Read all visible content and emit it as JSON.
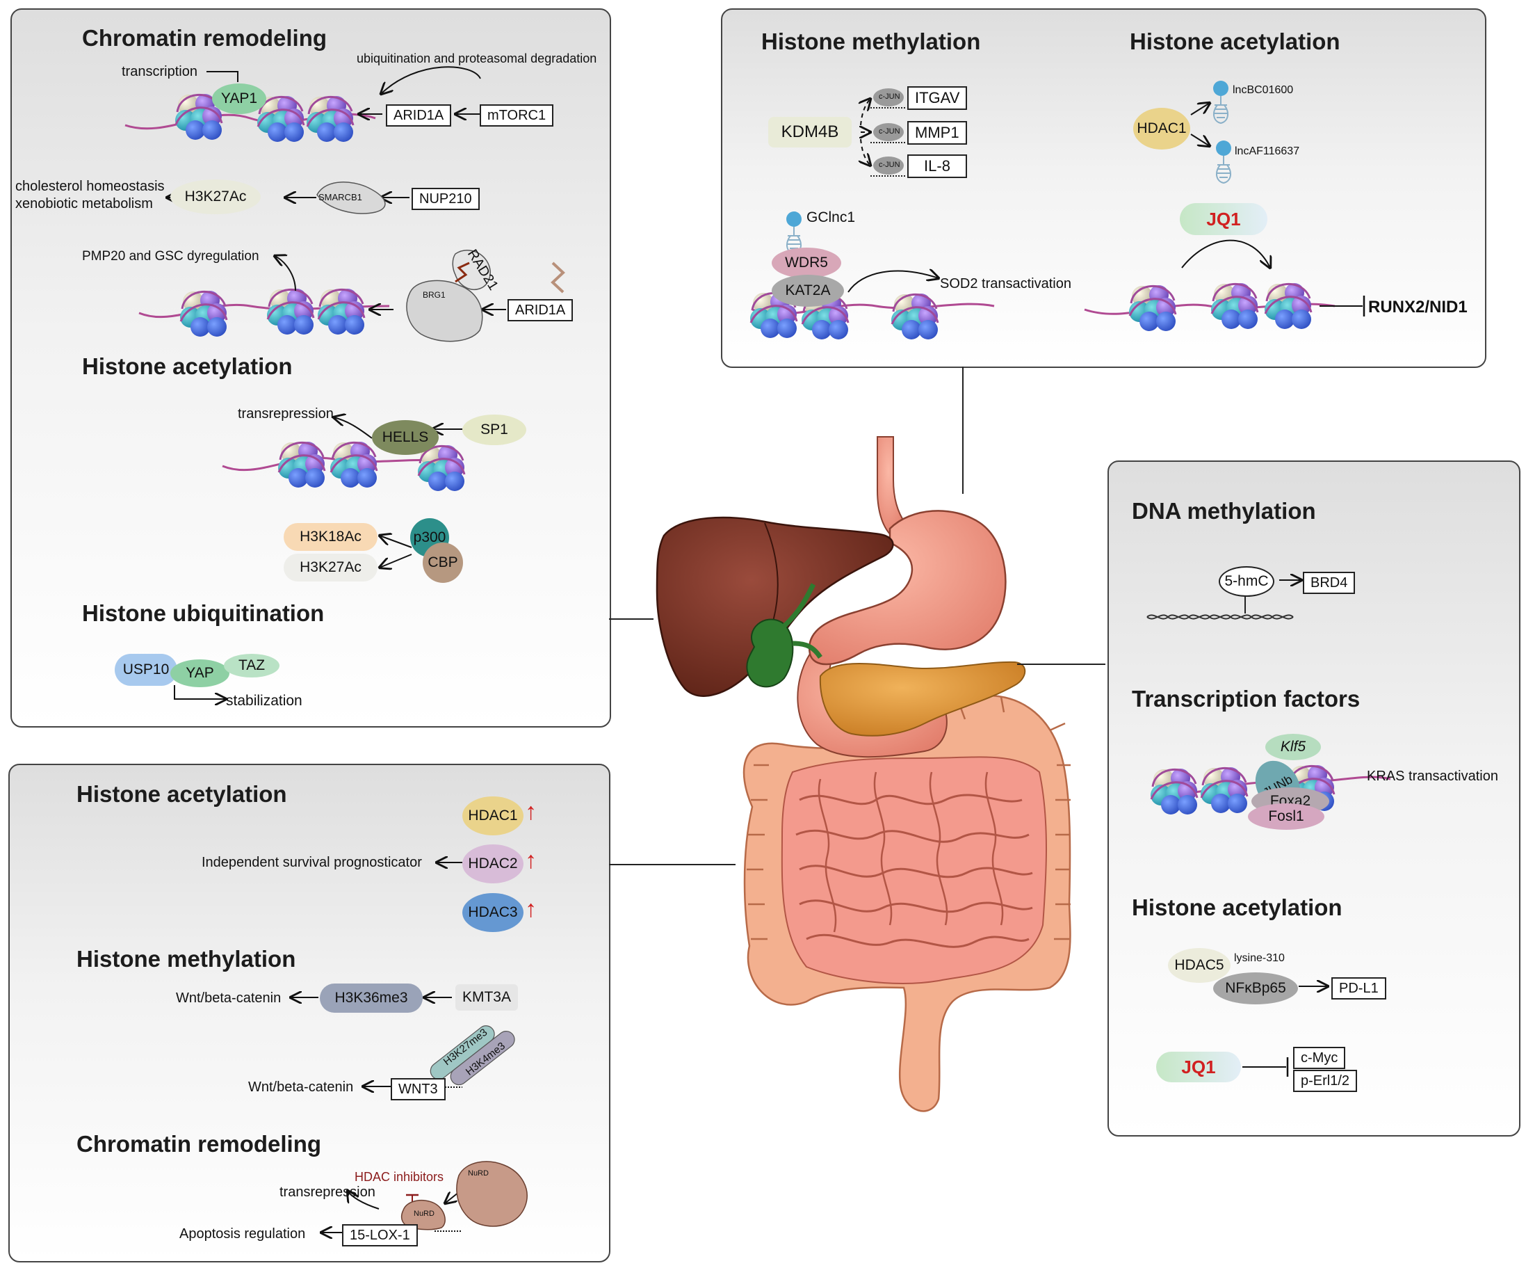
{
  "liver_panel": {
    "chromatin_title": "Chromatin remodeling",
    "transcription": "transcription",
    "ubiquitination": "ubiquitination and proteasomal degradation",
    "yap1": "YAP1",
    "arid1a": "ARID1A",
    "mtorc1": "mTORC1",
    "cholesterol": "cholesterol homeostasis",
    "xenobiotic": "xenobiotic metabolism",
    "h3k27ac": "H3K27Ac",
    "smarcb1": "SMARCB1",
    "nup210": "NUP210",
    "pmp20": "PMP20 and GSC dyregulation",
    "rad21": "RAD21",
    "brg1": "BRG1",
    "arid1a_2": "ARID1A",
    "acetylation_title": "Histone acetylation",
    "transrepression": "transrepression",
    "hells": "HELLS",
    "sp1": "SP1",
    "h3k18ac": "H3K18Ac",
    "h3k27ac_2": "H3K27Ac",
    "p300": "p300",
    "cbp": "CBP",
    "ubiq_title": "Histone ubiquitination",
    "usp10": "USP10",
    "yap": "YAP",
    "taz": "TAZ",
    "stabilization": "stabilization"
  },
  "colon_panel": {
    "acetylation_title": "Histone acetylation",
    "hdac1": "HDAC1",
    "hdac2": "HDAC2",
    "hdac3": "HDAC3",
    "up_arrow": "↑",
    "survival": "Independent survival prognosticator",
    "methylation_title": "Histone methylation",
    "wnt1": "Wnt/beta-catenin",
    "h3k36me3": "H3K36me3",
    "kmt3a": "KMT3A",
    "wnt2": "Wnt/beta-catenin",
    "wnt3": "WNT3",
    "h3k27me3": "H3K27me3",
    "h3k4me3": "H3K4me3",
    "chromatin_title": "Chromatin remodeling",
    "hdac_inhibitors": "HDAC inhibitors",
    "transrepression": "transrepression",
    "nurd": "NuRD",
    "nurd2": "NuRD",
    "apoptosis": "Apoptosis regulation",
    "lox": "15-LOX-1"
  },
  "stomach_panel": {
    "methylation_title": "Histone methylation",
    "acetylation_title": "Histone acetylation",
    "kdm4b": "KDM4B",
    "cjun": "c-JUN",
    "itgav": "ITGAV",
    "mmp1": "MMP1",
    "il8": "IL-8",
    "gclnc1": "GClnc1",
    "wdr5": "WDR5",
    "kat2a": "KAT2A",
    "sod2": "SOD2 transactivation",
    "hdac1": "HDAC1",
    "lnc1": "lncBC01600",
    "lnc2": "lncAF116637",
    "jq1": "JQ1",
    "runx2": "RUNX2/NID1"
  },
  "pancreas_panel": {
    "dna_title": "DNA methylation",
    "hmc": "5-hmC",
    "brd4": "BRD4",
    "tf_title": "Transcription factors",
    "klf5": "Klf5",
    "junb": "JUNb",
    "foxa2": "Foxa2",
    "fosl1": "Fosl1",
    "kras": "KRAS transactivation",
    "acetylation_title": "Histone acetylation",
    "hdac5": "HDAC5",
    "lysine": "lysine-310",
    "nfkb": "NFκBp65",
    "pdl1": "PD-L1",
    "jq1": "JQ1",
    "cmyc": "c-Myc",
    "perl": "p-Erl1/2"
  }
}
